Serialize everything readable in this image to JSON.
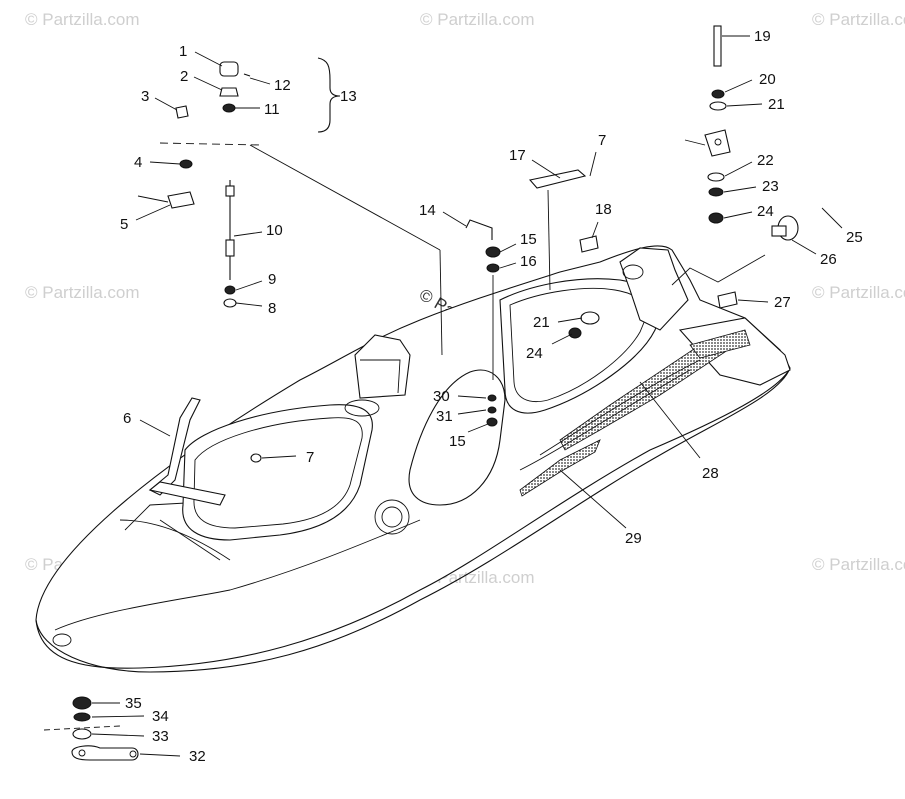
{
  "watermark": {
    "text": "© Partzilla.com",
    "center_text": "© Partzilla.com"
  },
  "bracket_label": "13",
  "callouts": [
    {
      "id": "1",
      "label": "1"
    },
    {
      "id": "2",
      "label": "2"
    },
    {
      "id": "3",
      "label": "3"
    },
    {
      "id": "4",
      "label": "4"
    },
    {
      "id": "5",
      "label": "5"
    },
    {
      "id": "6",
      "label": "6"
    },
    {
      "id": "7a",
      "label": "7"
    },
    {
      "id": "7b",
      "label": "7"
    },
    {
      "id": "8",
      "label": "8"
    },
    {
      "id": "9",
      "label": "9"
    },
    {
      "id": "10",
      "label": "10"
    },
    {
      "id": "11",
      "label": "11"
    },
    {
      "id": "12",
      "label": "12"
    },
    {
      "id": "14",
      "label": "14"
    },
    {
      "id": "15a",
      "label": "15"
    },
    {
      "id": "15b",
      "label": "15"
    },
    {
      "id": "16",
      "label": "16"
    },
    {
      "id": "17",
      "label": "17"
    },
    {
      "id": "18",
      "label": "18"
    },
    {
      "id": "19",
      "label": "19"
    },
    {
      "id": "20",
      "label": "20"
    },
    {
      "id": "21a",
      "label": "21"
    },
    {
      "id": "21b",
      "label": "21"
    },
    {
      "id": "22",
      "label": "22"
    },
    {
      "id": "23",
      "label": "23"
    },
    {
      "id": "24a",
      "label": "24"
    },
    {
      "id": "24b",
      "label": "24"
    },
    {
      "id": "25",
      "label": "25"
    },
    {
      "id": "26",
      "label": "26"
    },
    {
      "id": "27",
      "label": "27"
    },
    {
      "id": "28",
      "label": "28"
    },
    {
      "id": "29",
      "label": "29"
    },
    {
      "id": "30",
      "label": "30"
    },
    {
      "id": "31",
      "label": "31"
    },
    {
      "id": "32",
      "label": "32"
    },
    {
      "id": "33",
      "label": "33"
    },
    {
      "id": "34",
      "label": "34"
    },
    {
      "id": "35",
      "label": "35"
    }
  ]
}
